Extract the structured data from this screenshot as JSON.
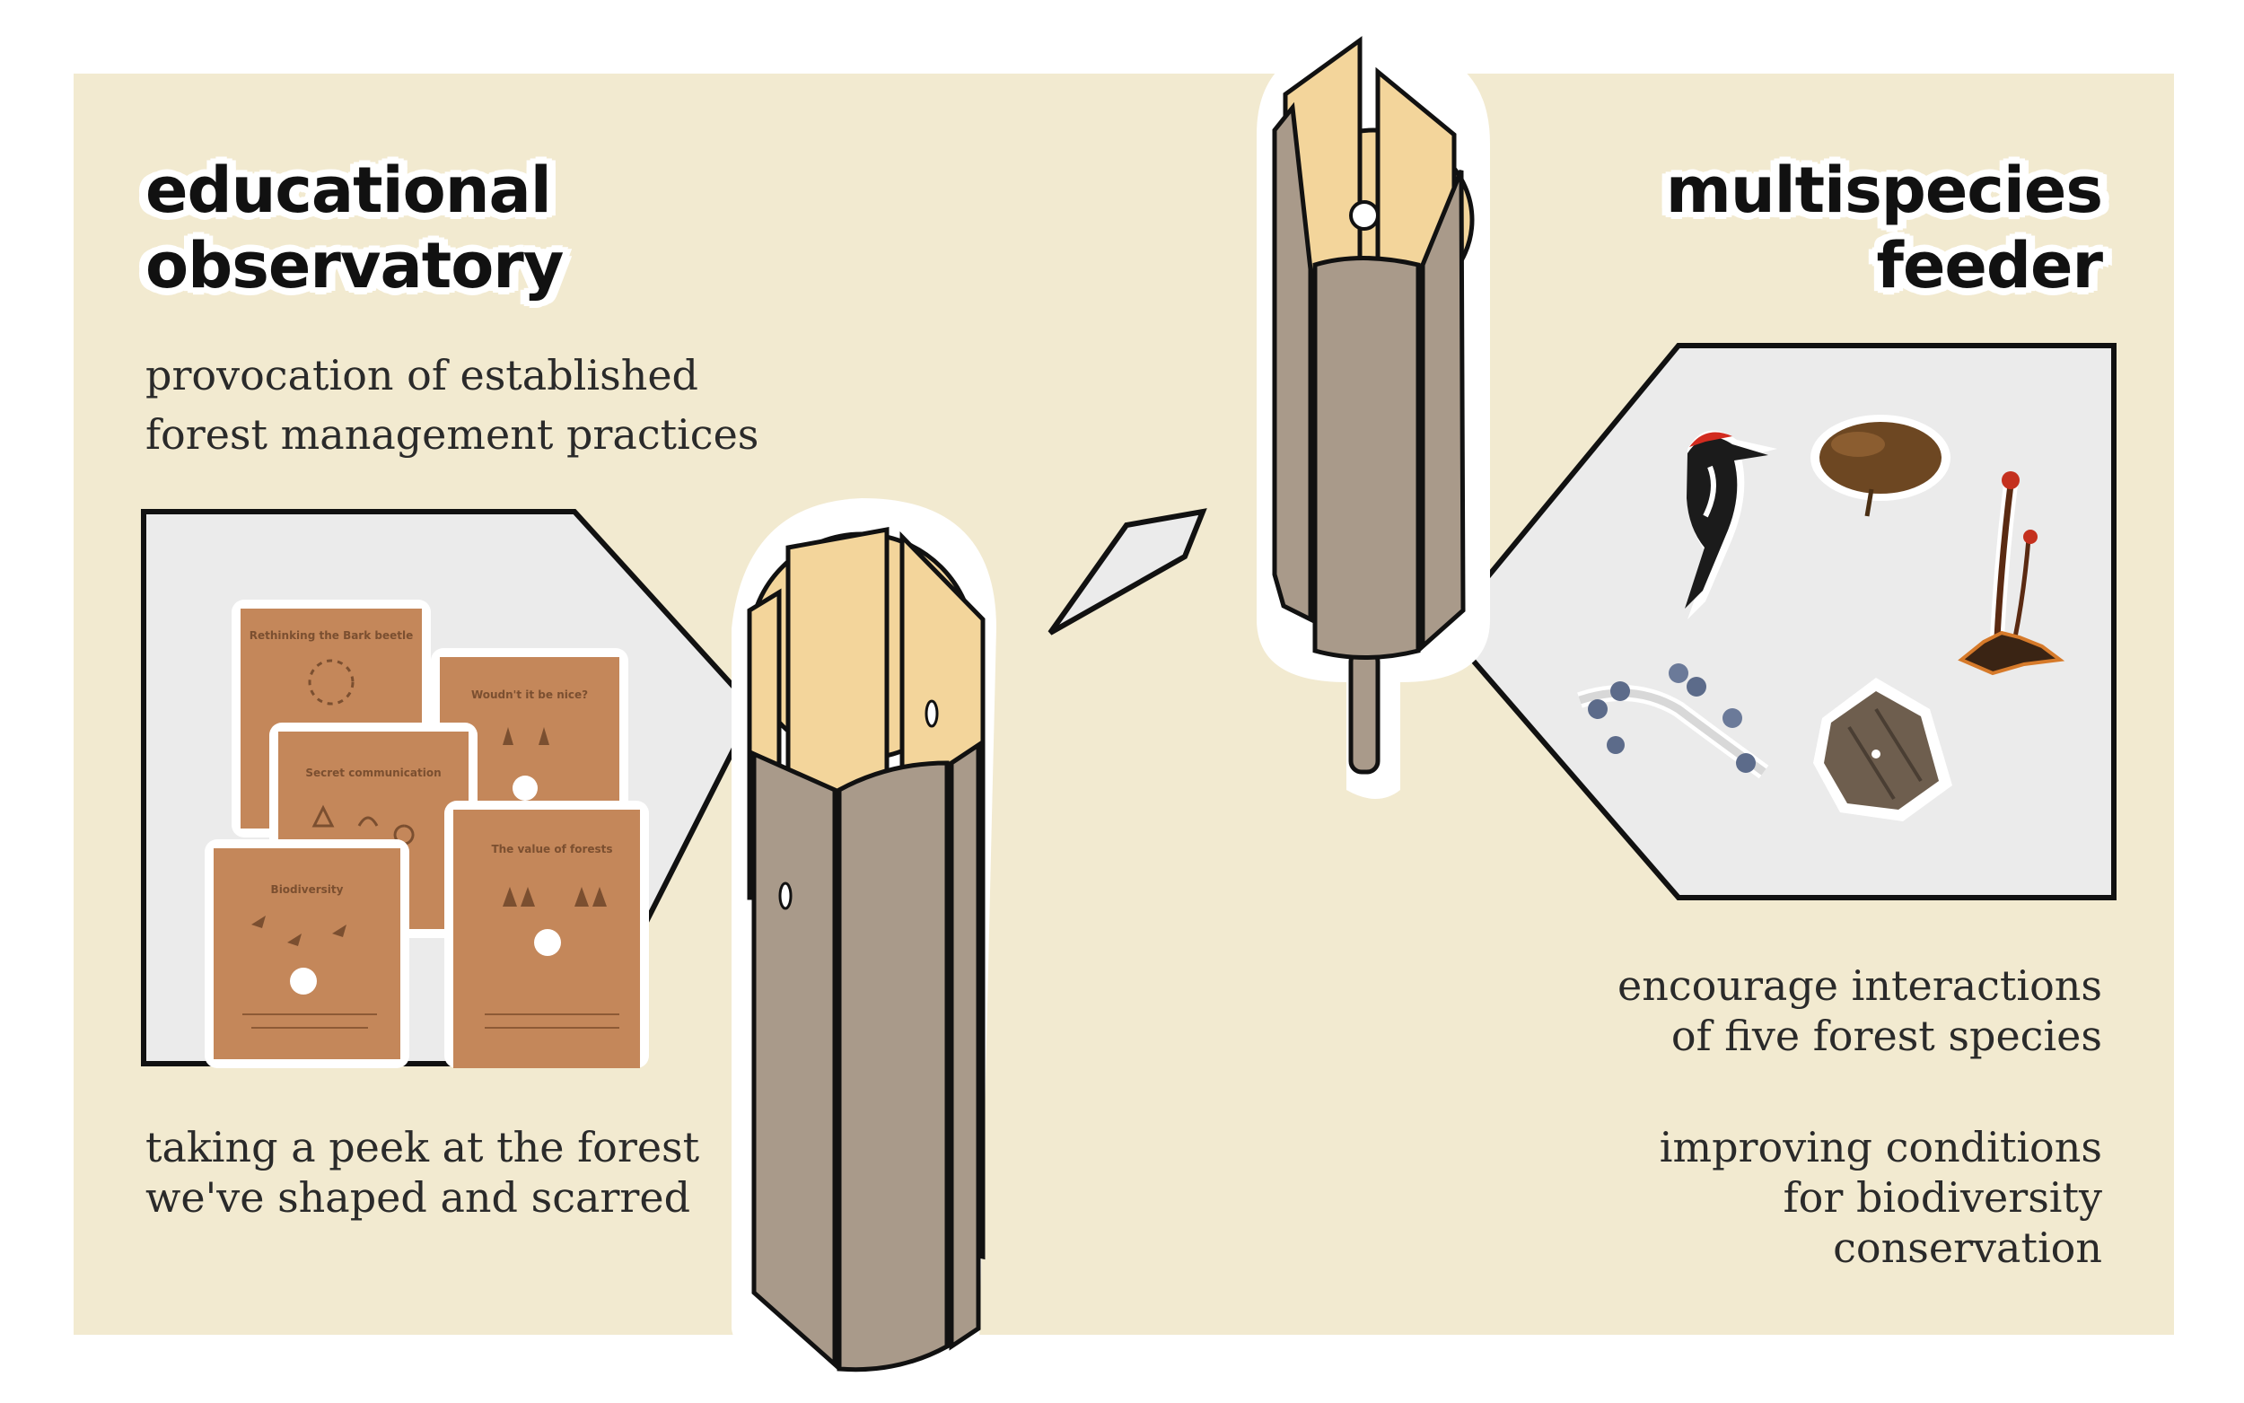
{
  "left": {
    "title_line1": "educational",
    "title_line2": "observatory",
    "subtitle_line1": "provocation of established",
    "subtitle_line2": "forest management practices",
    "footer_line1": "taking a peek at the forest",
    "footer_line2": "we've shaped and scarred",
    "cards": [
      {
        "title": "Rethinking the Bark beetle"
      },
      {
        "title": "Woudn't it be nice?"
      },
      {
        "title": "Secret communication"
      },
      {
        "title": "Biodiversity"
      },
      {
        "title": "The value of forests"
      }
    ]
  },
  "right": {
    "title_line1": "multispecies",
    "title_line2": "feeder",
    "text1_line1": "encourage interactions",
    "text1_line2": "of five forest species",
    "text2_line1": "improving conditions",
    "text2_line2": "for biodiversity",
    "text2_line3": "conservation",
    "species_icons": [
      "woodpecker-icon",
      "bark-beetle-icon",
      "fungus-icon",
      "berries-icon",
      "bark-piece-icon"
    ]
  },
  "colors": {
    "paper": "#f2ead0",
    "panel": "#ebebeb",
    "wood_light": "#f3d59b",
    "wood_grey": "#a99a8a",
    "card_wood": "#c4875a",
    "outline": "#111111"
  }
}
